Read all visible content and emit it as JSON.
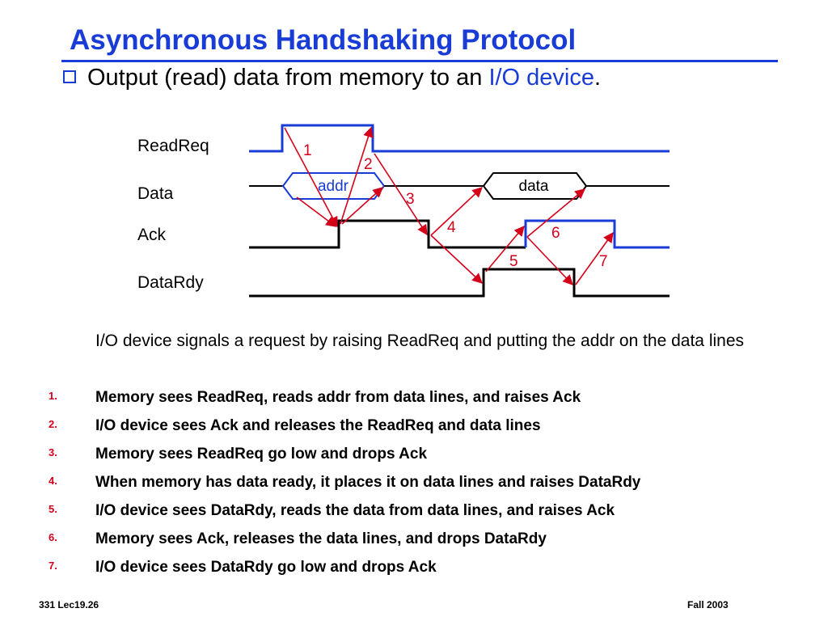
{
  "slide": {
    "title": "Asynchronous Handshaking Protocol",
    "bullet": {
      "prefix": "Output (read) data from memory to an ",
      "highlight": "I/O device",
      "suffix": "."
    },
    "signals": [
      "ReadReq",
      "Data",
      "Ack",
      "DataRdy"
    ],
    "bus_labels": {
      "addr": "addr",
      "data": "data"
    },
    "step_numbers": [
      "1",
      "2",
      "3",
      "4",
      "5",
      "6",
      "7"
    ],
    "description": "I/O device signals a request by raising ReadReq and putting the addr on the data lines",
    "steps": [
      {
        "num": "1.",
        "text": "Memory sees ReadReq, reads addr from data lines, and raises Ack"
      },
      {
        "num": "2.",
        "text": "I/O device sees Ack and releases the ReadReq and data lines"
      },
      {
        "num": "3.",
        "text": "Memory sees ReadReq go low and drops Ack"
      },
      {
        "num": "4.",
        "text": "When memory has data ready, it places it on data lines and raises DataRdy"
      },
      {
        "num": "5.",
        "text": "I/O device sees DataRdy, reads the data from data lines, and raises Ack"
      },
      {
        "num": "6.",
        "text": "Memory sees Ack, releases the data lines, and drops DataRdy"
      },
      {
        "num": "7.",
        "text": "I/O device sees DataRdy go low and drops Ack"
      }
    ],
    "footer_left": "331  Lec19.26",
    "footer_right": "Fall 2003"
  },
  "colors": {
    "title": "#1a3cd6",
    "io_device_signal": "#1a3cd6",
    "memory_signal": "#000000",
    "arrows": "#d4001a",
    "step_numbers": "#d4001a"
  }
}
